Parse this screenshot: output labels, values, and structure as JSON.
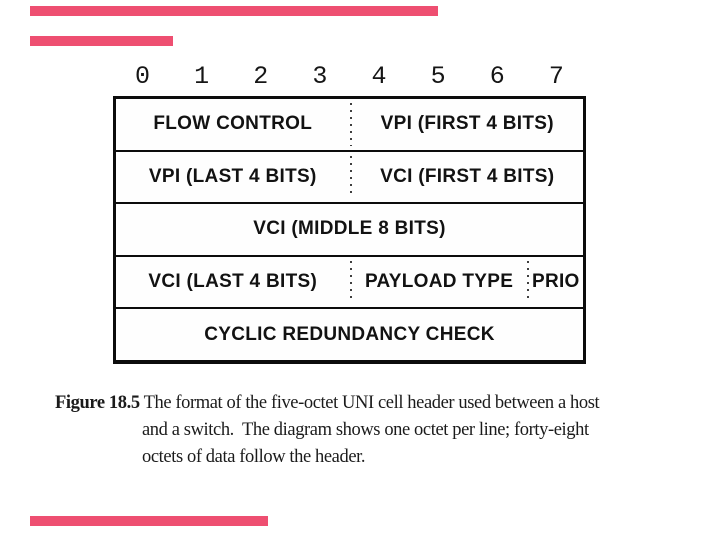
{
  "artifacts": {
    "bar_color": "#ee4f71"
  },
  "bit_scale": {
    "labels": [
      "0",
      "1",
      "2",
      "3",
      "4",
      "5",
      "6",
      "7"
    ]
  },
  "header_table": {
    "rows": [
      {
        "cells": [
          {
            "label": "FLOW CONTROL"
          },
          {
            "label": "VPI (FIRST 4 BITS)"
          }
        ]
      },
      {
        "cells": [
          {
            "label": "VPI (LAST 4 BITS)"
          },
          {
            "label": "VCI (FIRST 4 BITS)"
          }
        ]
      },
      {
        "cells": [
          {
            "label": "VCI (MIDDLE 8 BITS)"
          }
        ]
      },
      {
        "cells": [
          {
            "label": "VCI (LAST 4 BITS)"
          },
          {
            "label": "PAYLOAD TYPE"
          },
          {
            "label": "PRIO"
          }
        ]
      },
      {
        "cells": [
          {
            "label": "CYCLIC REDUNDANCY CHECK"
          }
        ]
      }
    ]
  },
  "caption": {
    "label": "Figure 18.5",
    "line1_rest": " The format of the five-octet UNI cell header used between a host",
    "line2": "and a switch.  The diagram shows one octet per line; forty-eight",
    "line3": "octets of data follow the header."
  }
}
